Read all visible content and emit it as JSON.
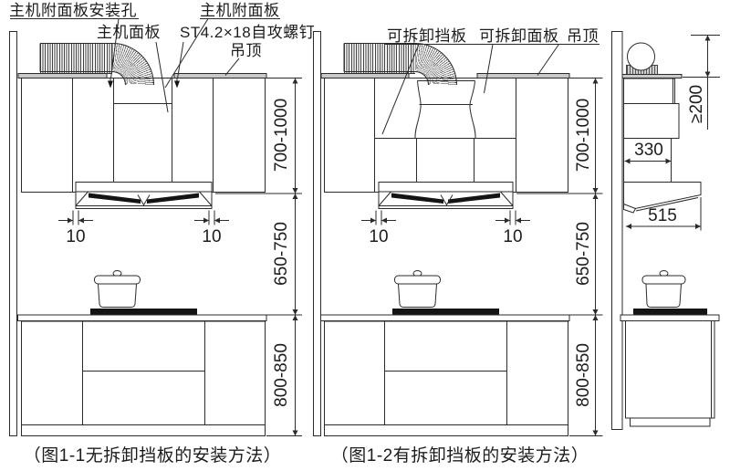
{
  "colors": {
    "line": "#2b2b2b",
    "ceiling_fill": "#c9c9c9",
    "dark_fill": "#141414"
  },
  "fig1": {
    "labels": {
      "mount_hole": "主机附面板安装孔",
      "main_panel": "主机面板",
      "sub_panel": "主机附面板",
      "screw": "ST4.2×18自攻螺钉",
      "ceiling": "吊顶"
    },
    "dims": {
      "upper": "700-1000",
      "hood": "650-750",
      "base": "800-850",
      "gap_left": "10",
      "gap_right": "10"
    },
    "caption": "（图1-1无拆卸挡板的安装方法）"
  },
  "fig2": {
    "labels": {
      "baffle": "可拆卸挡板",
      "panel": "可拆卸面板",
      "ceiling": "吊顶"
    },
    "dims": {
      "upper": "700-1000",
      "hood": "650-750",
      "base": "800-850",
      "gap_left": "10",
      "gap_right": "10"
    },
    "caption": "（图1-2有拆卸挡板的安装方法）"
  },
  "side": {
    "dims": {
      "clearance": "≥200",
      "top_depth": "330",
      "hood_depth": "515"
    }
  }
}
